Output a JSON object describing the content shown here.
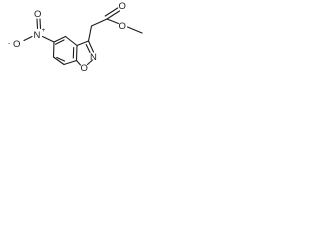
{
  "molecule": {
    "atoms": {
      "nitro_o_minus": {
        "symbol": "O",
        "charge": "-"
      },
      "nitro_n_plus": {
        "symbol": "N",
        "charge": "+"
      },
      "nitro_o_double": {
        "symbol": "O"
      },
      "ring_n": {
        "symbol": "N"
      },
      "ring_o": {
        "symbol": "O"
      },
      "carbonyl_o": {
        "symbol": "O"
      },
      "ester_o": {
        "symbol": "O"
      }
    }
  },
  "colors": {
    "bond": "#1a1a1a",
    "background": "#ffffff"
  }
}
